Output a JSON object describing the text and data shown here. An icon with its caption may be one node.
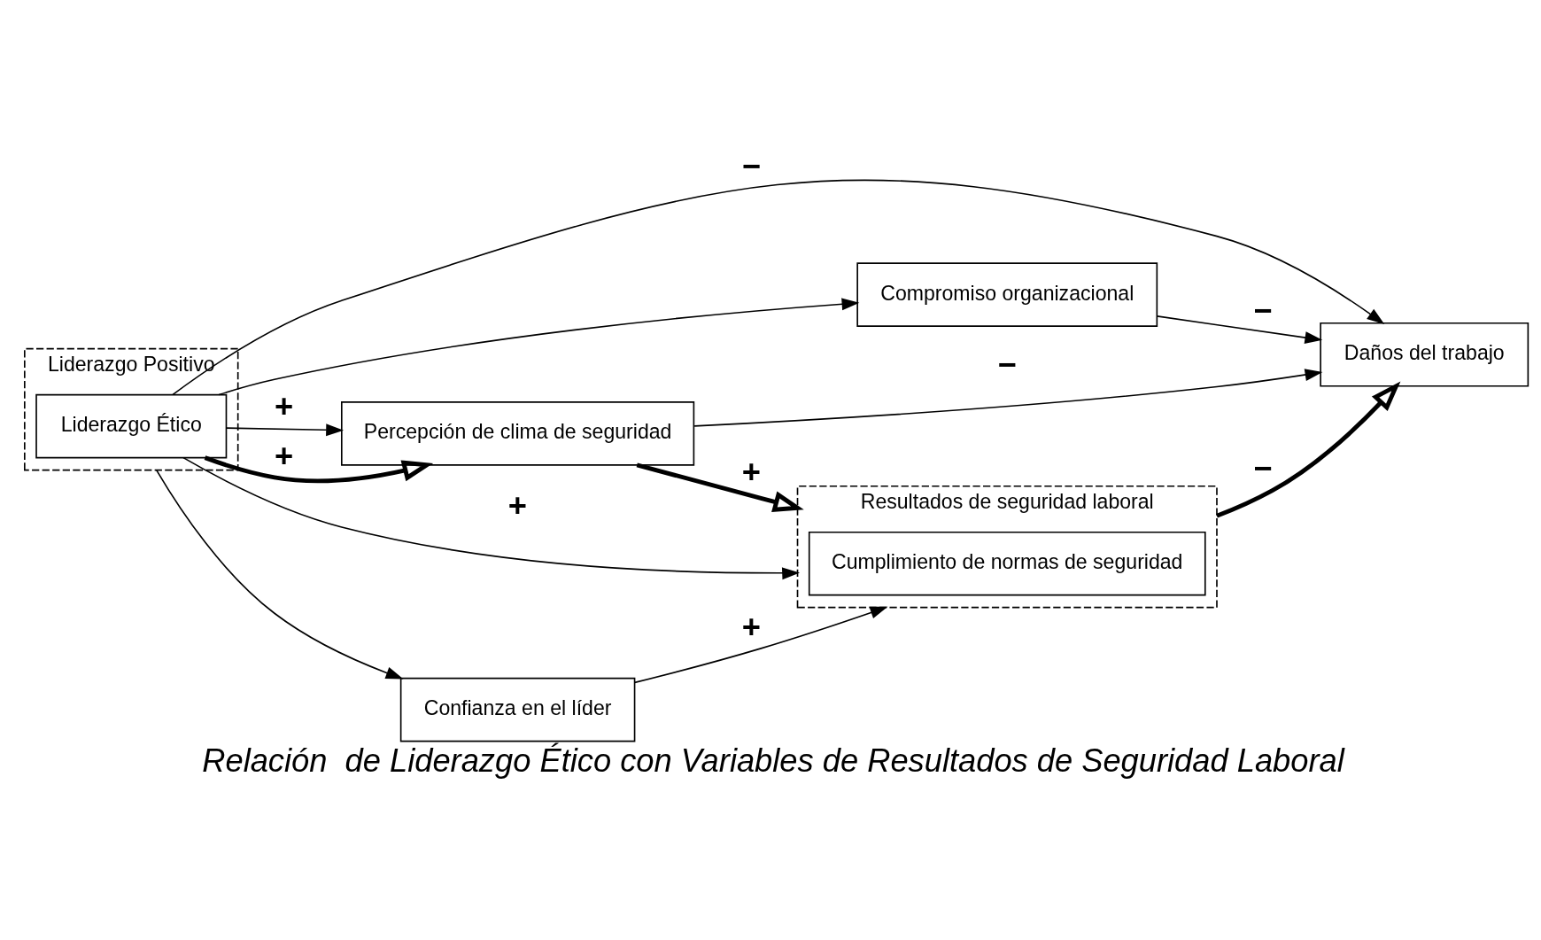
{
  "diagram": {
    "caption": "Relación  de Liderazgo Ético con Variables de Resultados de Seguridad Laboral",
    "nodes": [
      {
        "text": [
          "Liderazgo Positivo"
        ]
      },
      {
        "text": [
          "Liderazgo Ético"
        ],
        "in": 0
      },
      {
        "text": [
          "Confianza en el líder"
        ]
      },
      {
        "text": [
          "Compromiso organizacional"
        ]
      },
      {
        "text": [
          "Percepción de clima de seguridad"
        ]
      },
      {
        "text": [
          "Resultados de seguridad laboral"
        ]
      },
      {
        "text": [
          "Cumplimiento de normas de seguridad"
        ],
        "in": 5
      },
      {
        "text": [
          "Daños del trabajo"
        ]
      }
    ],
    "edges": [
      {
        "from": 1,
        "to": 4,
        "arrow": "to",
        "label": "+"
      },
      {
        "from": 1,
        "to": 5,
        "arrow": "to",
        "label": "+"
      },
      {
        "from": 1,
        "to": 7,
        "arrow": "to",
        "label": "−"
      },
      {
        "from": 1,
        "to": 4,
        "arrow": "to",
        "label": "+",
        "style": "thick"
      },
      {
        "from": 4,
        "to": 5,
        "arrow": "to",
        "label": "+",
        "style": "thick"
      },
      {
        "from": 5,
        "to": 7,
        "arrow": "to",
        "label": "−",
        "style": "thick"
      },
      {
        "from": 0,
        "to": 2,
        "arrow": "to"
      },
      {
        "from": 2,
        "to": 5,
        "arrow": "to",
        "label": "+"
      },
      {
        "from": 1,
        "to": 3,
        "arrow": "to"
      },
      {
        "from": 4,
        "to": 7,
        "arrow": "to",
        "label": "−"
      },
      {
        "from": 3,
        "to": 7,
        "arrow": "to",
        "label": "−"
      }
    ]
  }
}
